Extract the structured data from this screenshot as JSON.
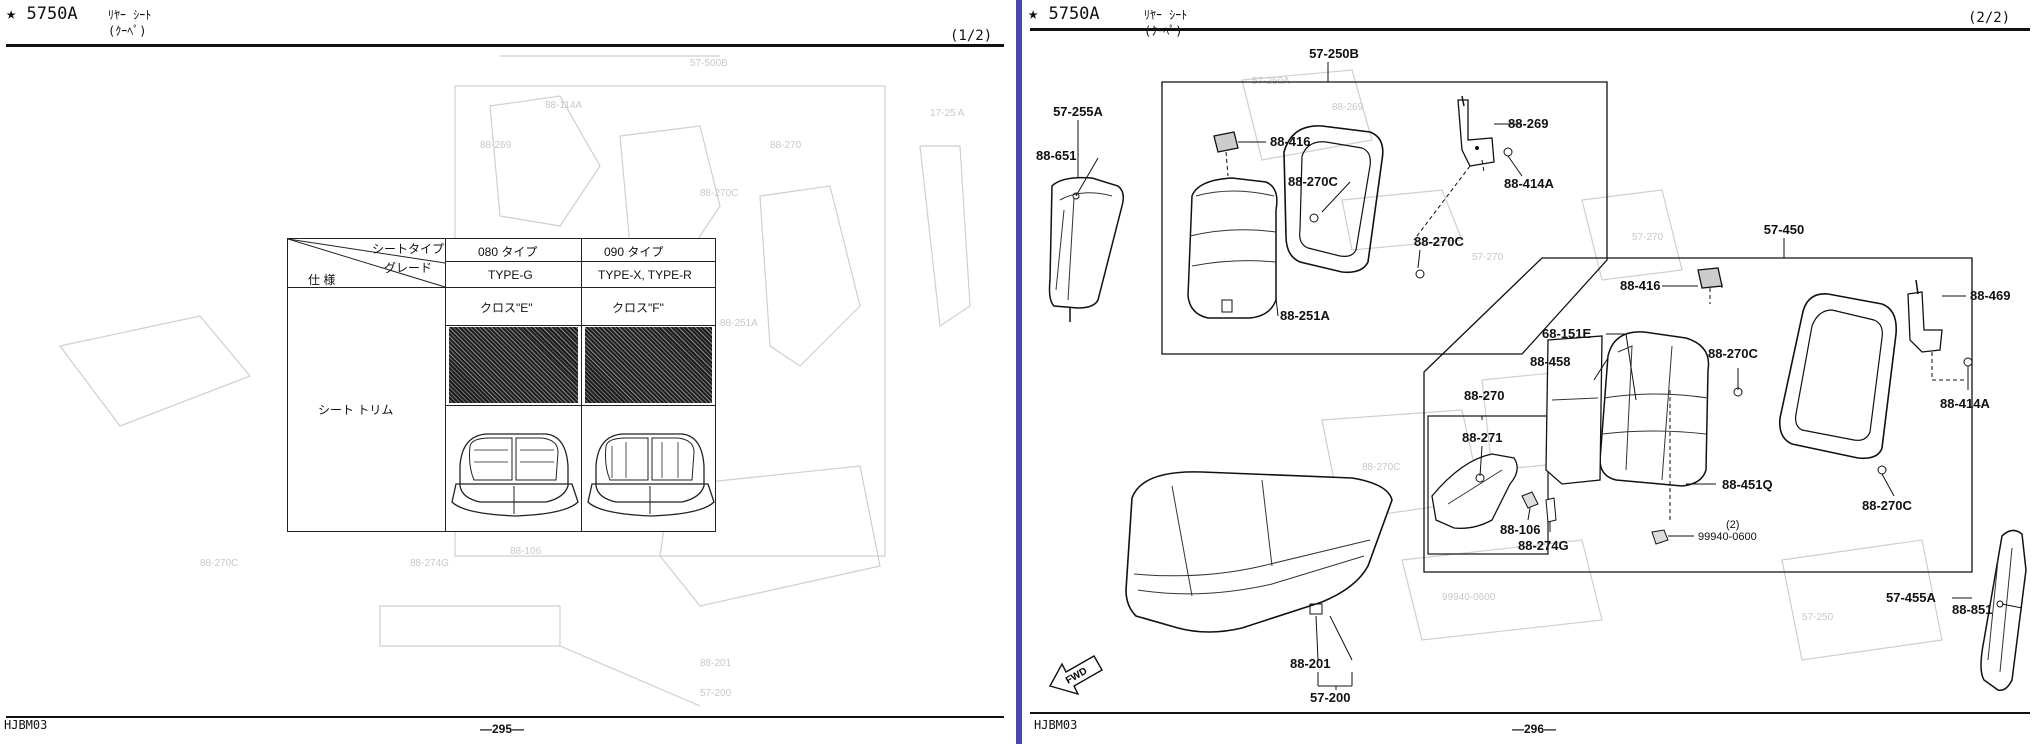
{
  "left_page": {
    "code": "★ 5750A",
    "title_line1": "ﾘﾔｰ  ｼｰﾄ",
    "title_line2": "(ｸｰﾍﾟ)",
    "page_fraction": "(1/2)",
    "footer_code": "HJBM03",
    "page_number": "—295—",
    "table": {
      "header_seat_type": "シートタイプ",
      "header_grade": "グレード",
      "header_spec": "仕 様",
      "col1_type": "080 タイプ",
      "col2_type": "090 タイプ",
      "col1_grade": "TYPE-G",
      "col2_grade": "TYPE-X, TYPE-R",
      "col1_cloth": "クロス\"E\"",
      "col2_cloth": "クロス\"F\"",
      "row_label": "シート トリム"
    }
  },
  "right_page": {
    "code": "★ 5750A",
    "title_line1": "ﾘﾔｰ  ｼｰﾄ",
    "title_line2": "(ｸｰﾍﾟ)",
    "page_fraction": "(2/2)",
    "footer_code": "HJBM03",
    "page_number": "—296—",
    "fwd_label": "FWD",
    "parts": {
      "p57_250B": "57-250B",
      "p57_255A": "57-255A",
      "p88_651": "88-651",
      "p88_416_top": "88-416",
      "p88_269": "88-269",
      "p88_414A_top": "88-414A",
      "p88_270C_1": "88-270C",
      "p88_270C_2": "88-270C",
      "p88_251A": "88-251A",
      "p57_450": "57-450",
      "p88_416_mid": "88-416",
      "p88_469": "88-469",
      "p68_151E": "68-151E",
      "p88_270C_3": "88-270C",
      "p88_458": "88-458",
      "p88_414A_mid": "88-414A",
      "p88_270": "88-270",
      "p88_271": "88-271",
      "p88_451Q": "88-451Q",
      "p88_270C_4": "88-270C",
      "p88_106": "88-106",
      "p88_274G": "88-274G",
      "qty2": "(2)",
      "p99940_0600": "99940-0600",
      "p57_455A": "57-455A",
      "p88_851": "88-851",
      "p88_201": "88-201",
      "p57_200": "57-200"
    }
  }
}
